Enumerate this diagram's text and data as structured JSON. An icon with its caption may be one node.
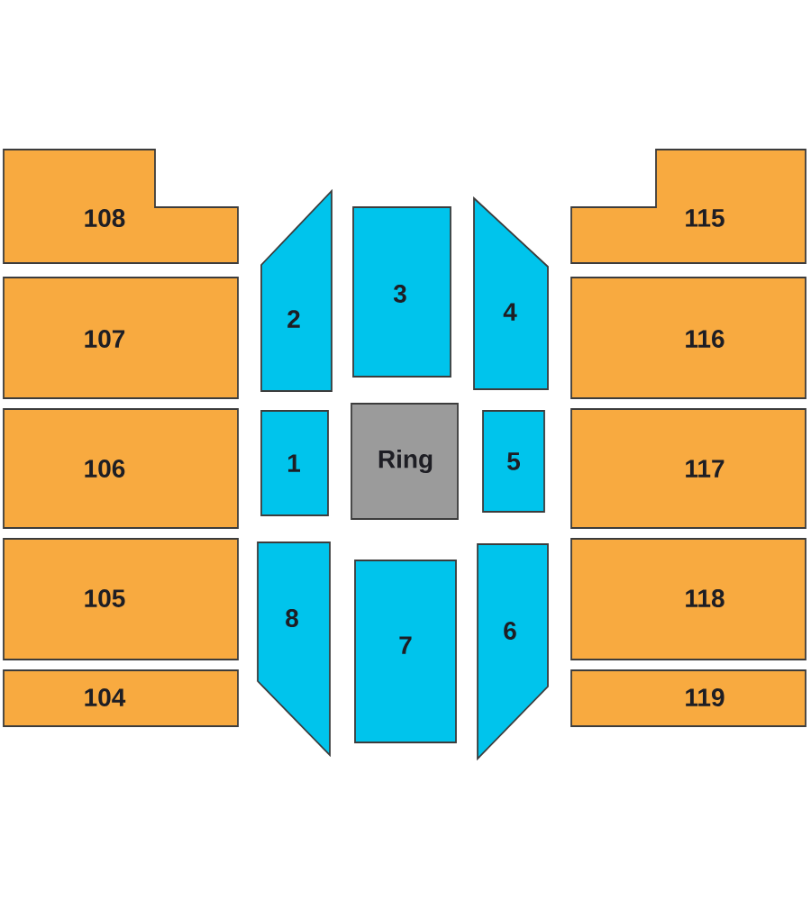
{
  "diagram": {
    "nodes": [
      {
        "text": [
          "108"
        ]
      },
      {
        "text": [
          "2"
        ]
      },
      {
        "text": [
          "3"
        ]
      },
      {
        "text": [
          "4"
        ]
      },
      {
        "text": [
          "115"
        ]
      },
      {
        "text": [
          "107"
        ]
      },
      {
        "text": [
          "116"
        ]
      },
      {
        "text": [
          "106"
        ]
      },
      {
        "text": [
          "1"
        ]
      },
      {
        "text": [
          "Ring"
        ]
      },
      {
        "text": [
          "5"
        ]
      },
      {
        "text": [
          "117"
        ]
      },
      {
        "text": [
          "105"
        ]
      },
      {
        "text": [
          "8"
        ]
      },
      {
        "text": [
          "7"
        ]
      },
      {
        "text": [
          "6"
        ]
      },
      {
        "text": [
          "118"
        ]
      },
      {
        "text": [
          "104"
        ]
      },
      {
        "text": [
          "119"
        ]
      }
    ]
  }
}
